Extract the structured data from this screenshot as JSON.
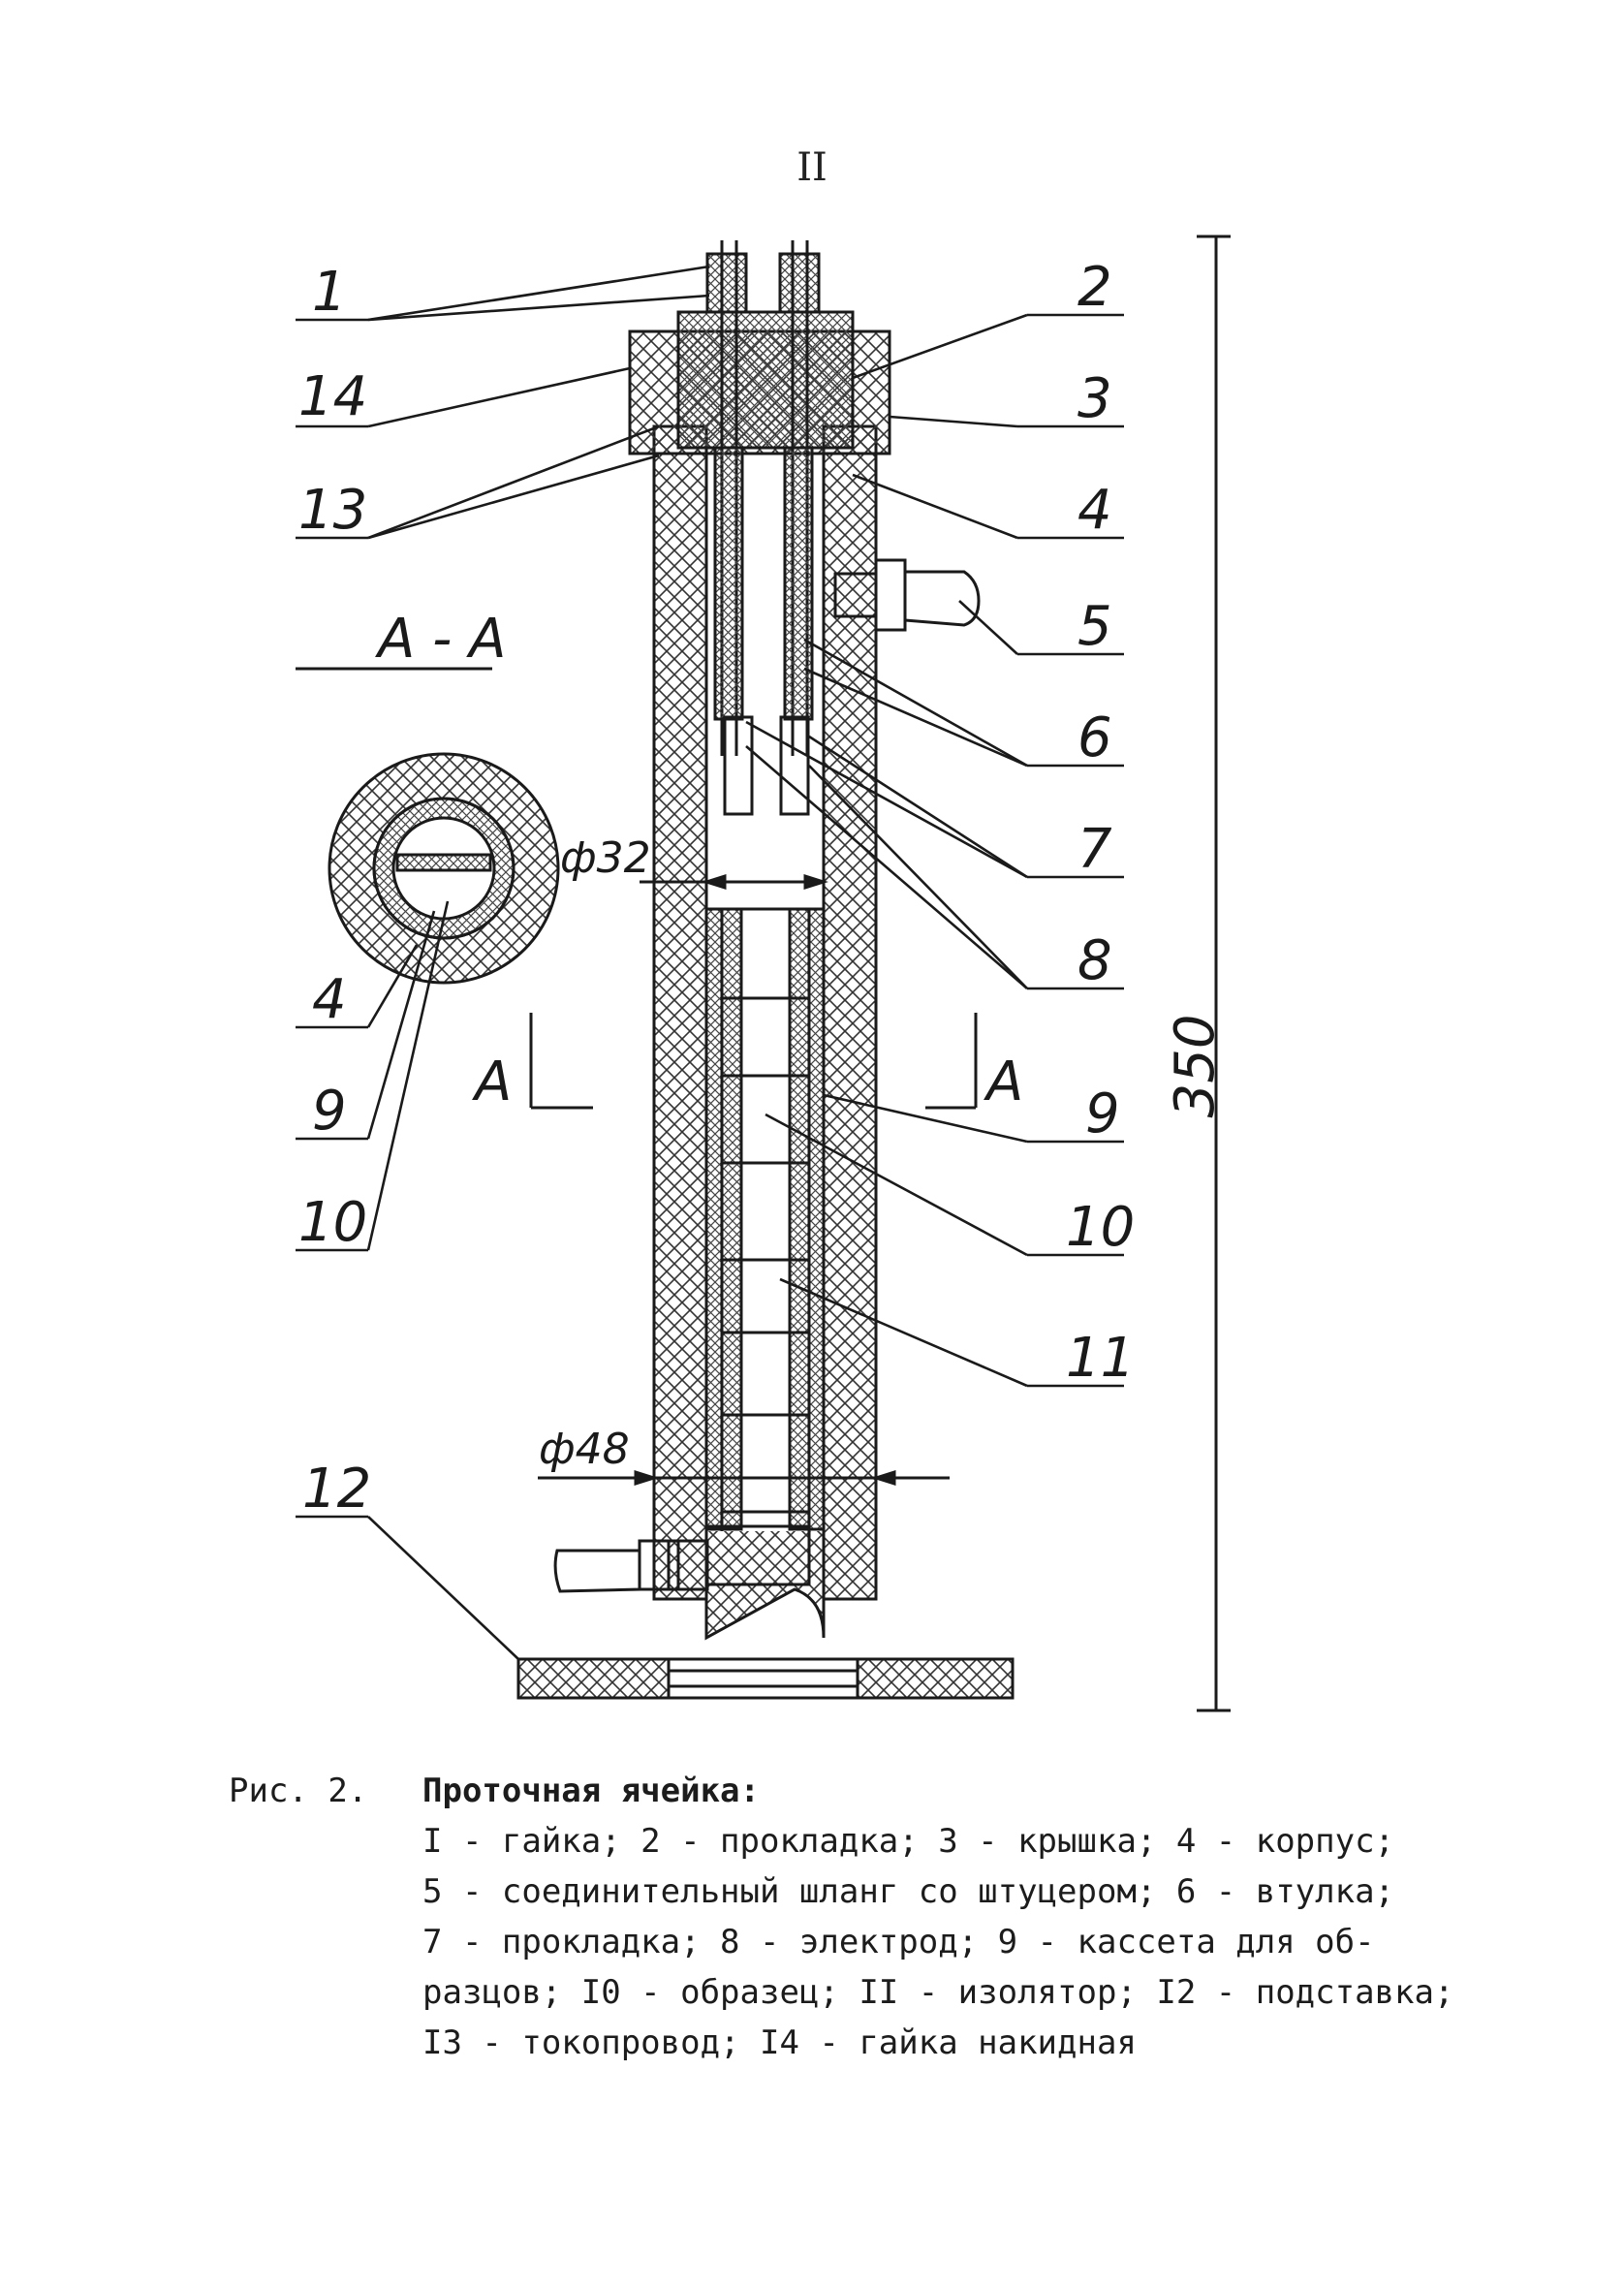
{
  "page_number": "II",
  "labels": {
    "l1": "1",
    "l2": "2",
    "l3": "3",
    "l4": "4",
    "l5": "5",
    "l6": "6",
    "l7": "7",
    "l8": "8",
    "l9": "9",
    "l10": "10",
    "l11": "11",
    "l12": "12",
    "l13": "13",
    "l14": "14",
    "sec4": "4",
    "sec9": "9",
    "sec10": "10"
  },
  "section_title": "А - А",
  "section_mark_left": "А",
  "section_mark_right": "А",
  "dims": {
    "d32": "ф32",
    "d48": "ф48",
    "h350": "350"
  },
  "caption": {
    "fig": "Рис.  2.",
    "title": "Проточная ячейка:",
    "lines": [
      "I - гайка; 2 - прокладка; 3 - крышка; 4 - корпус;",
      "5 - соединительный шланг со штуцером; 6 - втулка;",
      "7 - прокладка; 8 - электрод; 9 - кассета для об-",
      "разцов; I0 - образец; II - изолятор; I2 - подставка;",
      "I3 - токопровод; I4 - гайка накидная"
    ]
  }
}
